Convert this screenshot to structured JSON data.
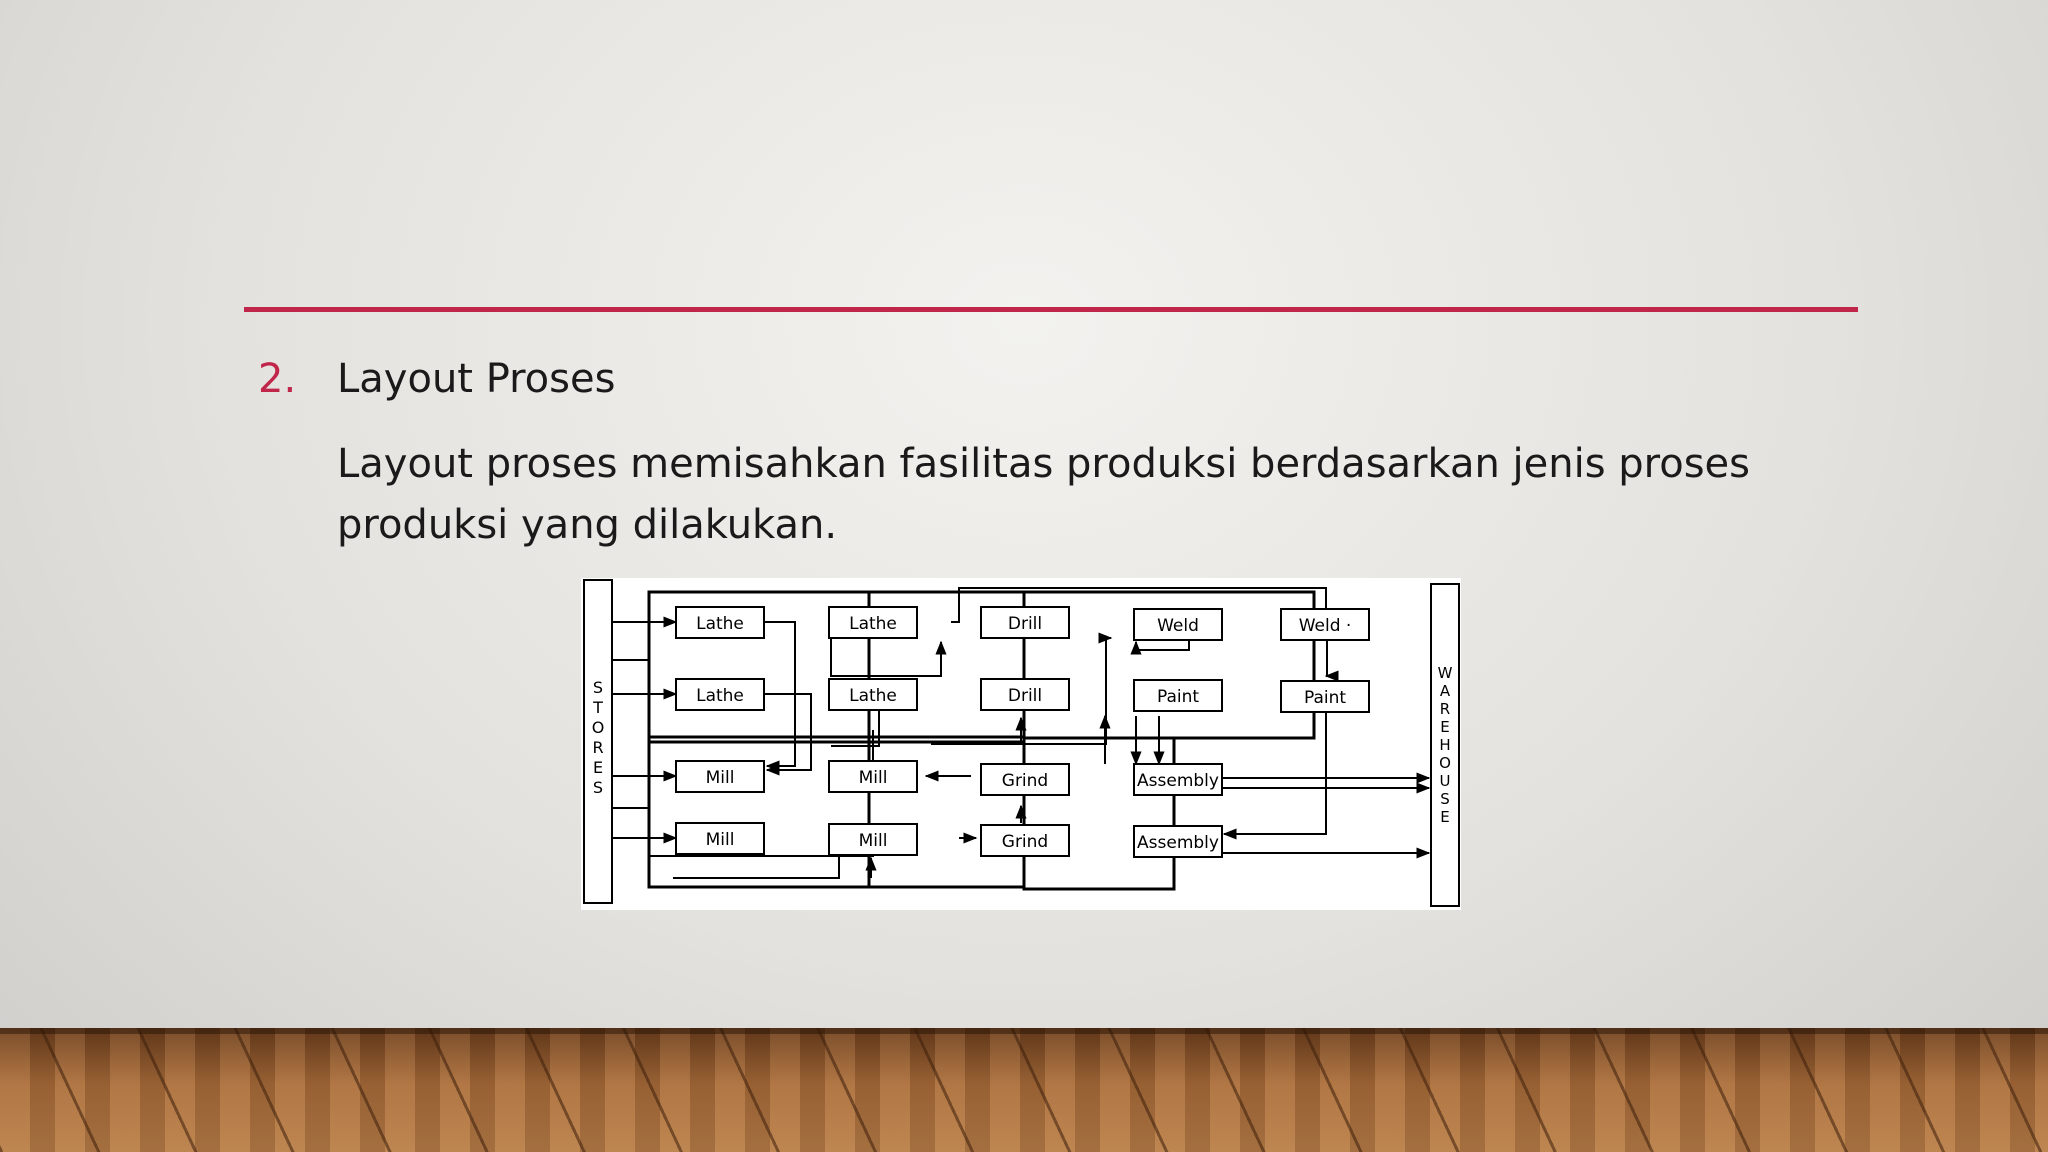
{
  "slide": {
    "list_number": "2.",
    "heading": "Layout Proses",
    "body": "Layout proses memisahkan fasilitas produksi berdasarkan jenis proses produksi yang dilakukan."
  },
  "figure": {
    "stores_label": "STORES",
    "warehouse_label": "WAREHOUSE",
    "machines": [
      "Lathe",
      "Lathe",
      "Drill",
      "Weld",
      "Weld ·",
      "Lathe",
      "Lathe",
      "Drill",
      "Paint",
      "Paint",
      "Mill",
      "Mill",
      "Grind",
      "Assembly",
      "Mill",
      "Mill",
      "Grind",
      "Assembly"
    ]
  },
  "colors": {
    "accent": "#c0264a",
    "text": "#1a1a1a"
  }
}
